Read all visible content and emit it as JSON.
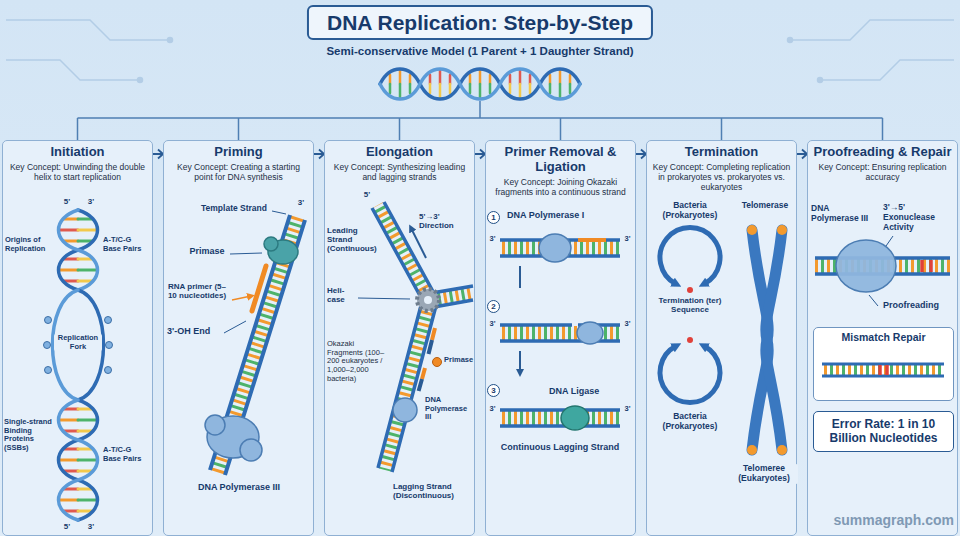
{
  "diagram": {
    "title": "DNA Replication: Step-by-Step",
    "nodes": [
      {
        "text": [
          "Initiation",
          "Key Concept: Unwinding the double helix to start replication"
        ]
      },
      {
        "text": [
          "Priming",
          "Key Concept: Creating a starting point for DNA synthesis"
        ]
      },
      {
        "text": [
          "Elongation",
          "Key Concept: Synthesizing leading and lagging strands"
        ]
      },
      {
        "text": [
          "Primer Removal & Ligation",
          "Key Concept: Joining Okazaki fragments into a continuous strand"
        ]
      },
      {
        "text": [
          "Termination",
          "Key Concept: Completing replication in prokaryotes vs. prokaryotes vs. eukaryotes"
        ]
      },
      {
        "text": [
          "Proofreading & Repair",
          "Key Concept: Ensuring replication accuracy"
        ]
      },
      {
        "text": [
          "Mismatch Repair"
        ],
        "in": 5
      },
      {
        "text": [
          "Error Rate: 1 in 10 Billion Nucleotides"
        ],
        "in": 5
      }
    ],
    "edges": [
      {
        "from": 0,
        "to": 1,
        "arrow": "to"
      },
      {
        "from": 1,
        "to": 2,
        "arrow": "to"
      },
      {
        "from": 2,
        "to": 3,
        "arrow": "to"
      },
      {
        "from": 3,
        "to": 4,
        "arrow": "to"
      },
      {
        "from": 4,
        "to": 5,
        "arrow": "to"
      }
    ],
    "labels": [
      "Semi-conservative Model (1 Parent + 1 Daughter Strand)",
      "5'",
      "3'",
      "Origins of Replication",
      "A-T/C-G Base Pairs",
      "Replication Fork",
      "Single-strand Binding Proteins (SSBs)",
      "A-T/C-G Base Pairs",
      "5'",
      "3'",
      "Template Strand",
      "3'",
      "Primase",
      "RNA primer (5–10 nucleotides)",
      "3'-OH End",
      "DNA Polymerase III",
      "5'",
      "5'→3' Direction",
      "Leading Strand (Continuous)",
      "Heli- case",
      "Okazaki Fragments (100–200 eukaryotes / 1,000–2,000 bacteria)",
      "Primase",
      "DNA Polymerase III",
      "Lagging Strand (Discontinuous)",
      "1",
      "DNA Polymerase I",
      "3'",
      "3'",
      "2",
      "3'",
      "3'",
      "3",
      "DNA Ligase",
      "3'",
      "3'",
      "Continuous Lagging Strand",
      "Bacteria (Prokaryotes)",
      "Telomerase",
      "Termination (ter) Sequence",
      "Bacteria (Prokaryotes)",
      "Telomeree (Eukaryotes)",
      "DNA Polymerase III",
      "3'→5' Exonuclease Activity",
      "Proofreading",
      "summagraph.com"
    ]
  }
}
